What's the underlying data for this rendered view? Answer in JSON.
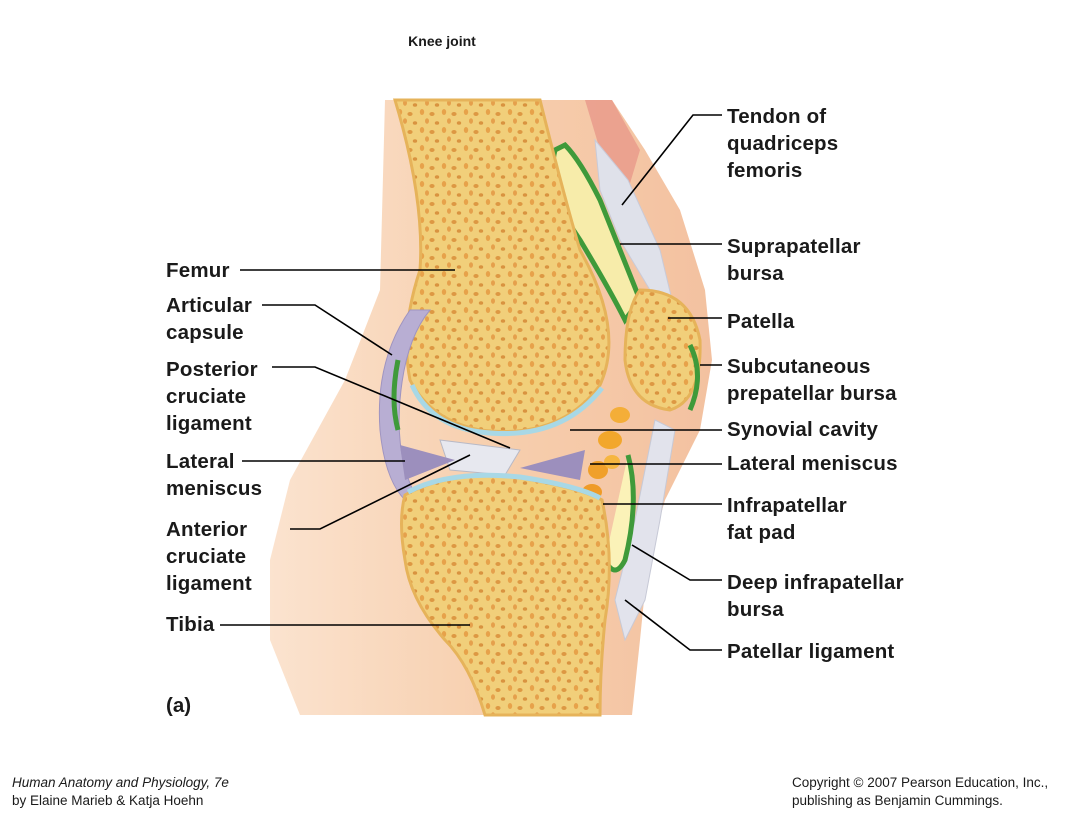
{
  "title": "Knee joint",
  "labels": {
    "left": {
      "femur": [
        "Femur"
      ],
      "articular_capsule": [
        "Articular",
        "capsule"
      ],
      "posterior_cruciate": [
        "Posterior",
        "cruciate",
        "ligament"
      ],
      "lateral_meniscus": [
        "Lateral",
        "meniscus"
      ],
      "anterior_cruciate": [
        "Anterior",
        "cruciate",
        "ligament"
      ],
      "tibia": [
        "Tibia"
      ]
    },
    "right": {
      "tendon_quadriceps": [
        "Tendon of",
        "quadriceps",
        "femoris"
      ],
      "suprapatellar_bursa": [
        "Suprapatellar",
        "bursa"
      ],
      "patella": [
        "Patella"
      ],
      "subcutaneous_bursa": [
        "Subcutaneous",
        "prepatellar bursa"
      ],
      "synovial_cavity": [
        "Synovial cavity"
      ],
      "lateral_meniscus": [
        "Lateral meniscus"
      ],
      "infrapatellar_fat_pad": [
        "Infrapatellar",
        "fat pad"
      ],
      "deep_infrapatellar_bursa": [
        "Deep infrapatellar",
        "bursa"
      ],
      "patellar_ligament": [
        "Patellar ligament"
      ]
    }
  },
  "panel_label": "(a)",
  "credit_left": {
    "book": "Human Anatomy and Physiology, 7e",
    "authors": "by Elaine Marieb & Katja Hoehn"
  },
  "credit_right": {
    "line1": "Copyright © 2007 Pearson Education, Inc.,",
    "line2": "publishing as Benjamin Cummings."
  },
  "colors": {
    "skin": "#f6c9a2",
    "bone": "#f3d27a",
    "bone_edge": "#e0a84a",
    "cartilage": "#aad9e6",
    "capsule": "#b5a9cf",
    "bursa_green": "#3f9a3a",
    "fat_pad": "#f2a72c",
    "tendon": "#d9dce8",
    "muscle": "#e08a7a"
  }
}
